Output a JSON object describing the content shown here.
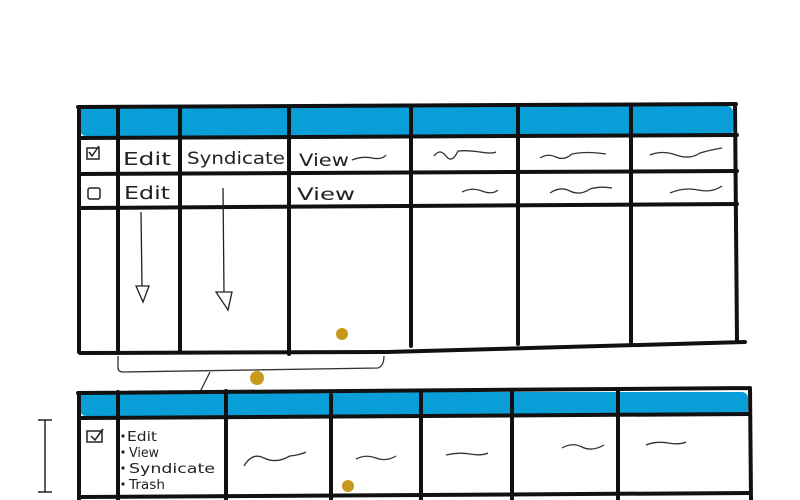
{
  "colors": {
    "header": "#0a9ed8",
    "ink": "#111111",
    "annotation": "#c79a1c"
  },
  "table_top": {
    "rows": [
      {
        "checked": true,
        "actions": [
          "Edit",
          "Syndicate",
          "View"
        ]
      },
      {
        "checked": false,
        "actions": [
          "Edit",
          "",
          "View"
        ]
      }
    ]
  },
  "table_bottom": {
    "rows": [
      {
        "checked": true,
        "menu_items": [
          "Edit",
          "View",
          "Syndicate",
          "Trash"
        ]
      }
    ]
  }
}
